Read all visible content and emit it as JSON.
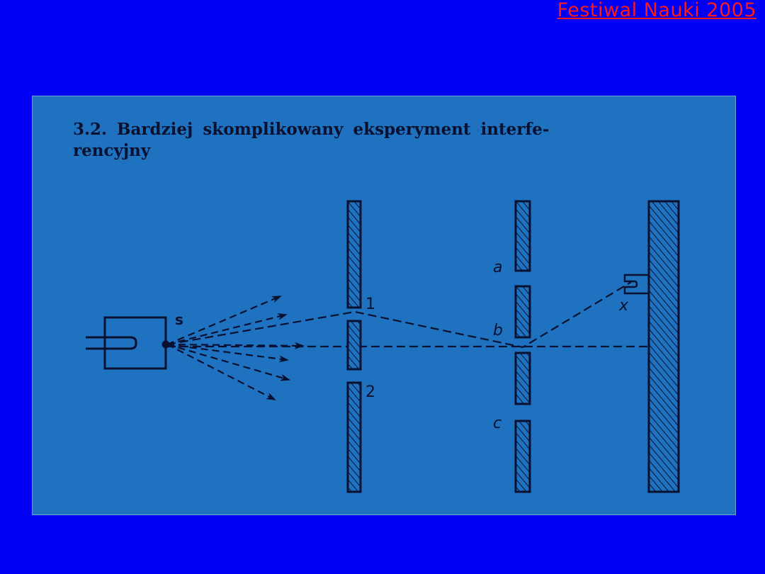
{
  "header": {
    "event_title": "Festiwal Nauki 2005",
    "event_title_color": "#ff1a1a"
  },
  "slide": {
    "background_color": "#0000f5",
    "panel_color": "#1f72bf",
    "section_heading_line1": "3.2. Bardziej skomplikowany eksperyment interfe-",
    "section_heading_line2": "rencyjny"
  },
  "diagram": {
    "source_label": "s",
    "first_screen": {
      "slit_labels": [
        "1",
        "2"
      ]
    },
    "second_screen": {
      "slit_labels": [
        "a",
        "b",
        "c"
      ]
    },
    "detector_label": "x",
    "ink_color": "#0a1030"
  }
}
